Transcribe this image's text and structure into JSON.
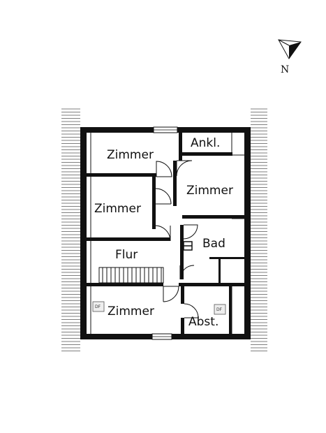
{
  "compass": {
    "label": "N"
  },
  "rooms": [
    {
      "id": "zimmer-top-left",
      "label": "Zimmer"
    },
    {
      "id": "ankl",
      "label": "Ankl."
    },
    {
      "id": "zimmer-right",
      "label": "Zimmer"
    },
    {
      "id": "zimmer-mid-left",
      "label": "Zimmer"
    },
    {
      "id": "bad",
      "label": "Bad"
    },
    {
      "id": "flur",
      "label": "Flur"
    },
    {
      "id": "zimmer-bottom",
      "label": "Zimmer"
    },
    {
      "id": "abst",
      "label": "Abst."
    }
  ],
  "skylights": [
    {
      "label": "DF"
    },
    {
      "label": "DF"
    }
  ]
}
